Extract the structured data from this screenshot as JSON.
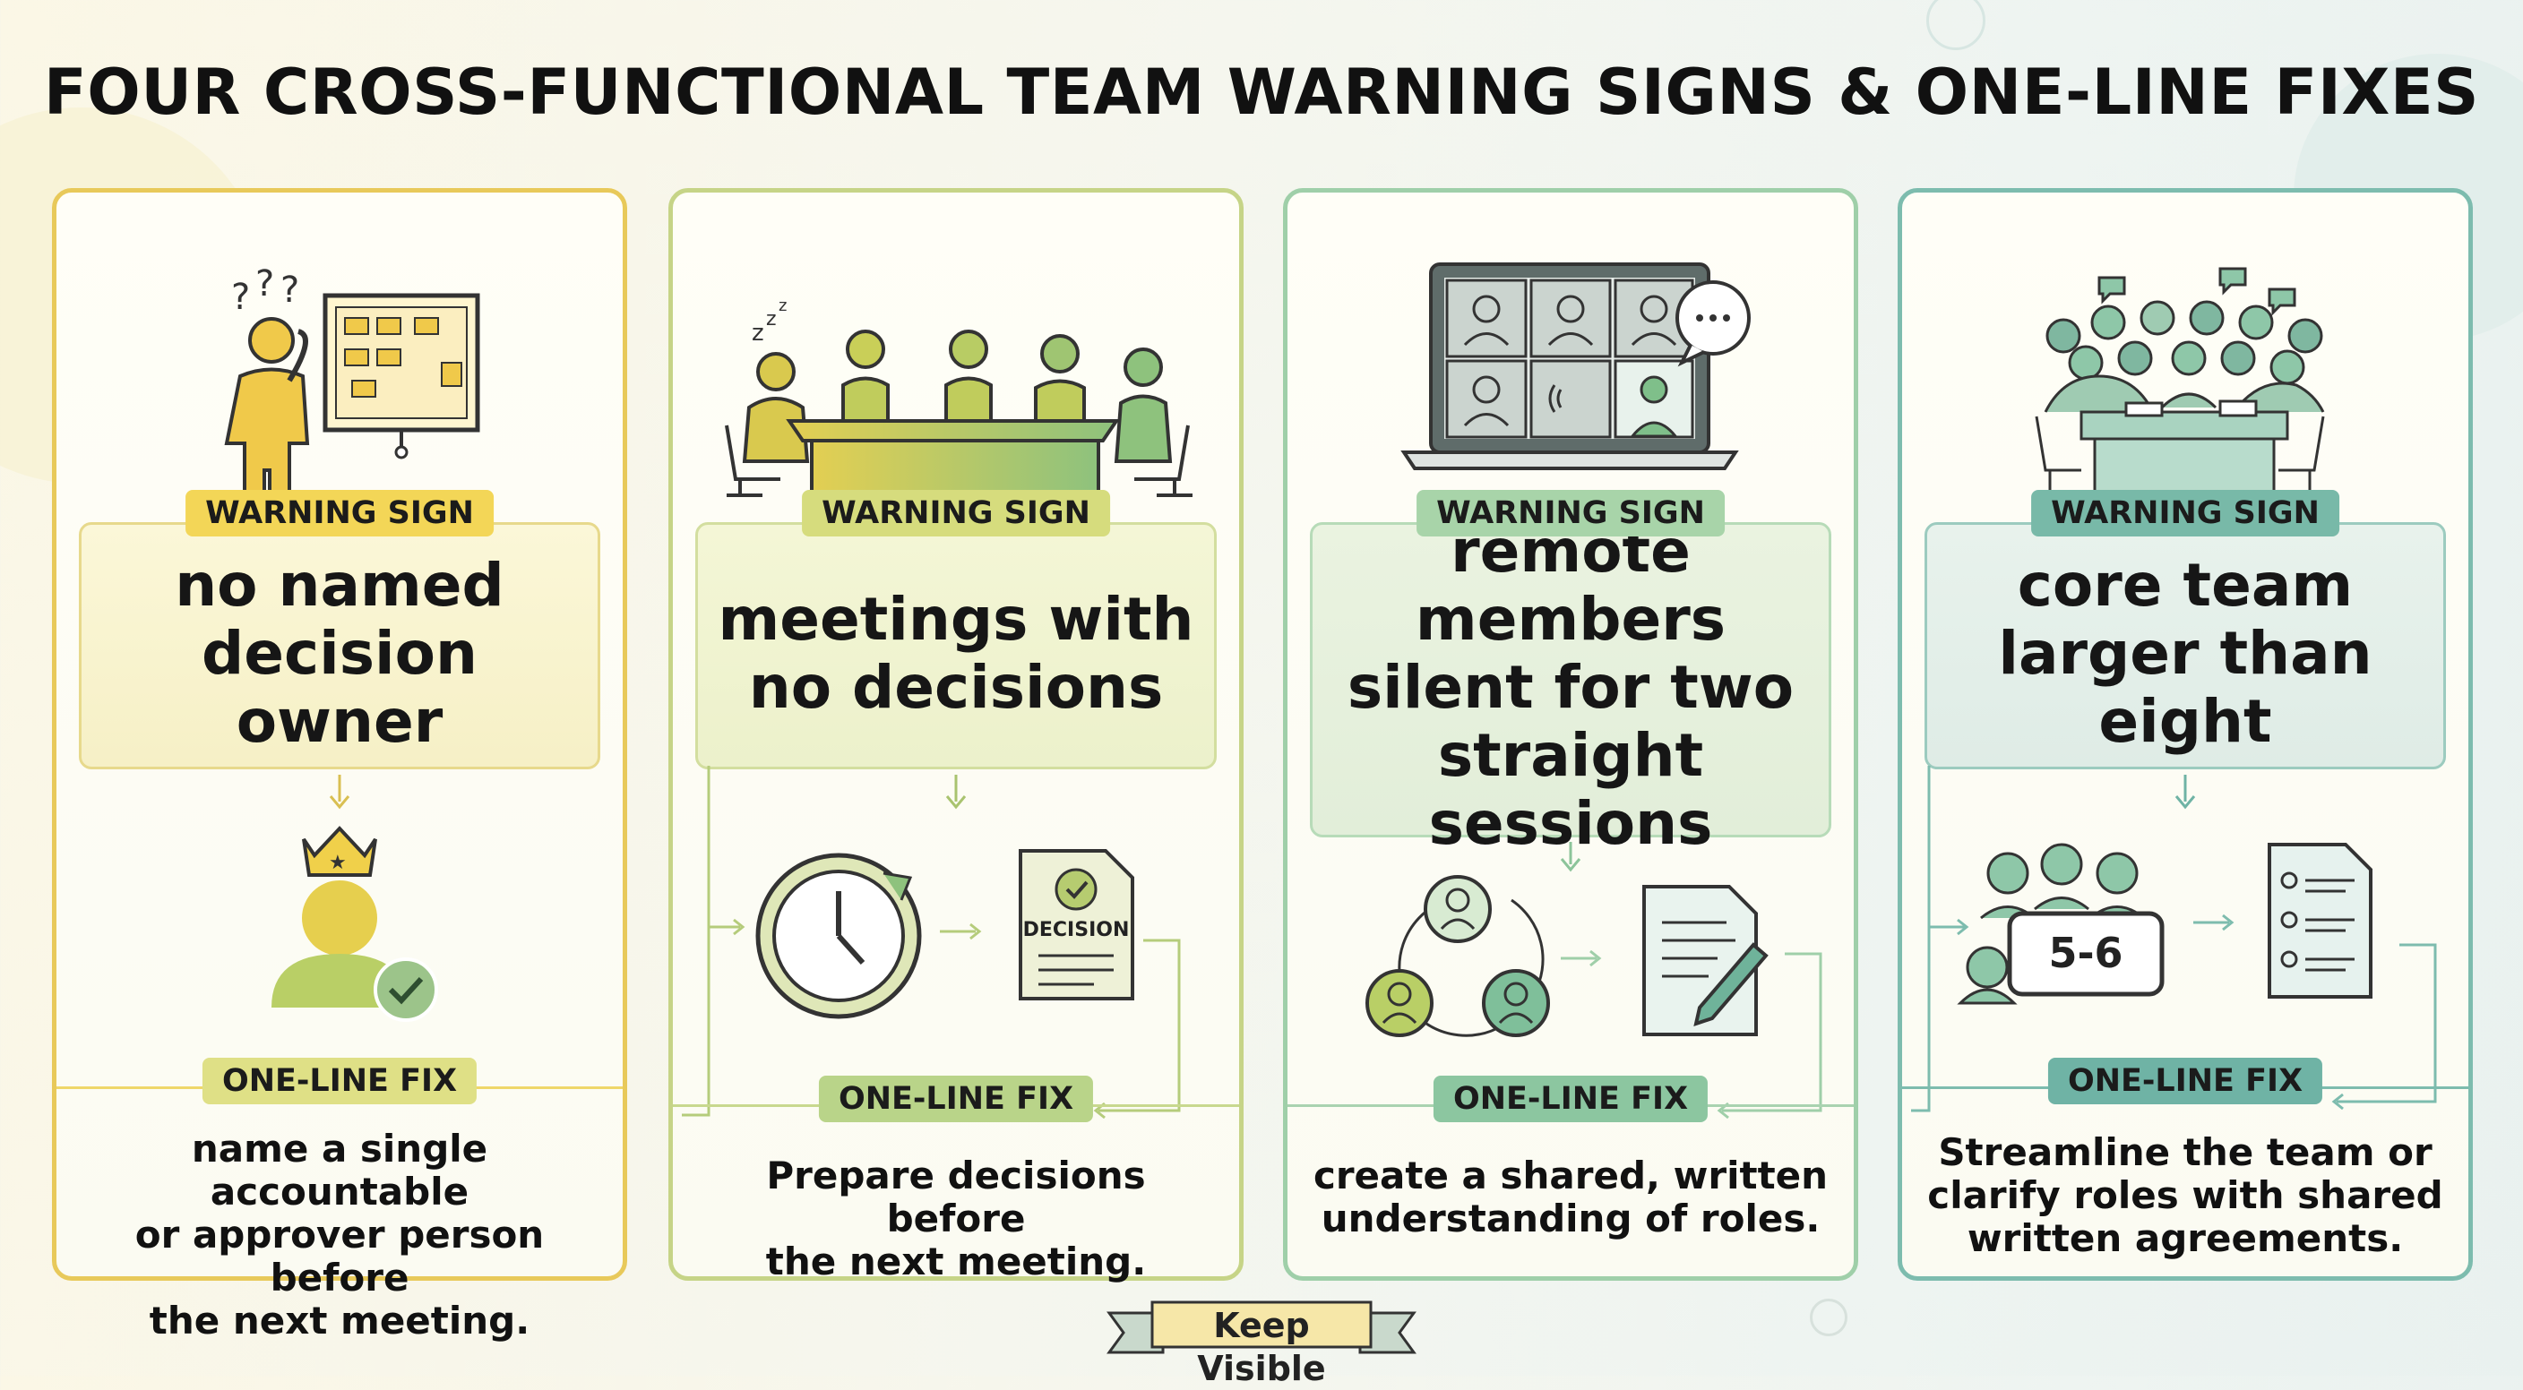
{
  "title": "FOUR CROSS-FUNCTIONAL TEAM WARNING SIGNS & ONE-LINE FIXES",
  "cards": [
    {
      "warning_label": "WARNING SIGN",
      "warning_line1": "no named",
      "warning_line2": "decision owner",
      "warning_line3": "",
      "fix_label": "ONE-LINE FIX",
      "fix_line1": "name a single accountable",
      "fix_line2": "or approver person before",
      "fix_line3": "the next meeting.",
      "accent": "#e8c53a",
      "illus_icon": "confused-person-whiteboard-icon",
      "fix_icon": "crowned-person-check-icon"
    },
    {
      "warning_label": "WARNING SIGN",
      "warning_line1": "meetings with",
      "warning_line2": "no decisions",
      "warning_line3": "",
      "fix_label": "ONE-LINE FIX",
      "fix_line1": "Prepare decisions before",
      "fix_line2": "the next meeting.",
      "fix_line3": "",
      "doc_label": "DECISION",
      "accent": "#b7cf72",
      "illus_icon": "bored-meeting-table-icon",
      "fix_icon": "clock-and-decision-document-icon"
    },
    {
      "warning_label": "WARNING SIGN",
      "warning_line1": "remote members",
      "warning_line2": "silent for two",
      "warning_line3": "straight sessions",
      "fix_label": "ONE-LINE FIX",
      "fix_line1": "create a shared, written",
      "fix_line2": "understanding of roles.",
      "fix_line3": "",
      "accent": "#8fc49a",
      "illus_icon": "video-call-laptop-icon",
      "fix_icon": "people-cycle-and-document-pen-icon"
    },
    {
      "warning_label": "WARNING SIGN",
      "warning_line1": "core team",
      "warning_line2": "larger than eight",
      "warning_line3": "",
      "fix_label": "ONE-LINE FIX",
      "fix_line1": "Streamline the team or",
      "fix_line2": "clarify roles with shared",
      "fix_line3": "written agreements.",
      "team_size": "5-6",
      "accent": "#6fb3a5",
      "illus_icon": "crowded-team-table-icon",
      "fix_icon": "small-team-and-roles-list-icon"
    }
  ],
  "badge": "Keep Visible"
}
